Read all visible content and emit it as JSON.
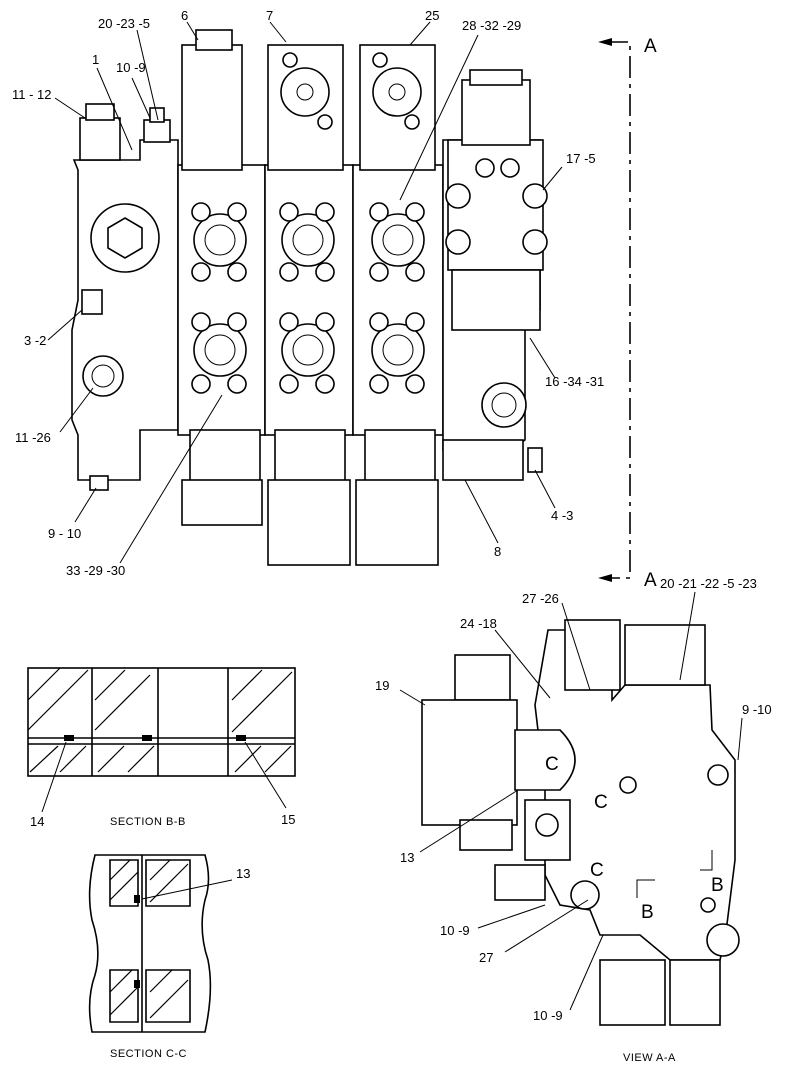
{
  "callouts": {
    "c_20_23_5": "20 -23 -5",
    "c_6": "6",
    "c_7": "7",
    "c_25": "25",
    "c_28_32_29": "28 -32 -29",
    "c_1": "1",
    "c_10_9_top": "10 -9",
    "c_11_12": "11 - 12",
    "c_17_5": "17 -5",
    "c_3_2": "3 -2",
    "c_16_34_31": "16 -34 -31",
    "c_11_26": "11 -26",
    "c_9_10_left": "9 - 10",
    "c_4_3": "4 -3",
    "c_8": "8",
    "c_33_29_30": "33 -29 -30",
    "c_27_26": "27 -26",
    "c_20_21_22_5_23": "20 -21 -22 -5 -23",
    "c_24_18": "24 -18",
    "c_19": "19",
    "c_9_10_right": "9 -10",
    "c_14": "14",
    "c_15": "15",
    "c_13_view": "13",
    "c_13_section": "13",
    "c_10_9_mid": "10 -9",
    "c_27": "27",
    "c_10_9_bottom": "10 -9"
  },
  "markers": {
    "a_top": "A",
    "a_bottom": "A",
    "c_upper": "C",
    "c_lower": "C",
    "c_port": "C",
    "b_left": "B",
    "b_right": "B"
  },
  "captions": {
    "section_bb": "SECTION  B-B",
    "section_cc": "SECTION  C-C",
    "view_aa": "VIEW  A-A"
  }
}
